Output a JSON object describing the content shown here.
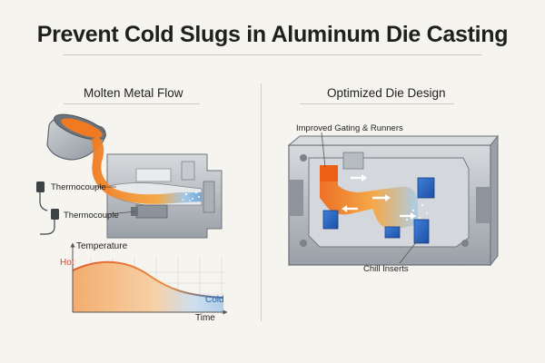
{
  "title": "Prevent Cold Slugs in Aluminum Die Casting",
  "left_panel": {
    "heading": "Molten Metal Flow",
    "sensor_labels": [
      "Thermocouple",
      "Thermocouple"
    ],
    "graph": {
      "y_axis_label": "Temperature",
      "x_axis_label": "Time",
      "hot_label": "Hot",
      "cold_label": "Cold"
    }
  },
  "right_panel": {
    "heading": "Optimized Die Design",
    "callouts": {
      "gating": "Improved Gating & Runners",
      "chill": "Chill Inserts"
    }
  },
  "colors": {
    "hot": "#e8632a",
    "molten": "#f4a23c",
    "cold": "#2d6ab0",
    "steel": "#b9bec4",
    "steel_dark": "#7d848c"
  },
  "icons": [
    "ladle-icon",
    "thermocouple-icon",
    "thermocouple-icon",
    "flow-arrow-icon",
    "chill-insert-icon"
  ]
}
